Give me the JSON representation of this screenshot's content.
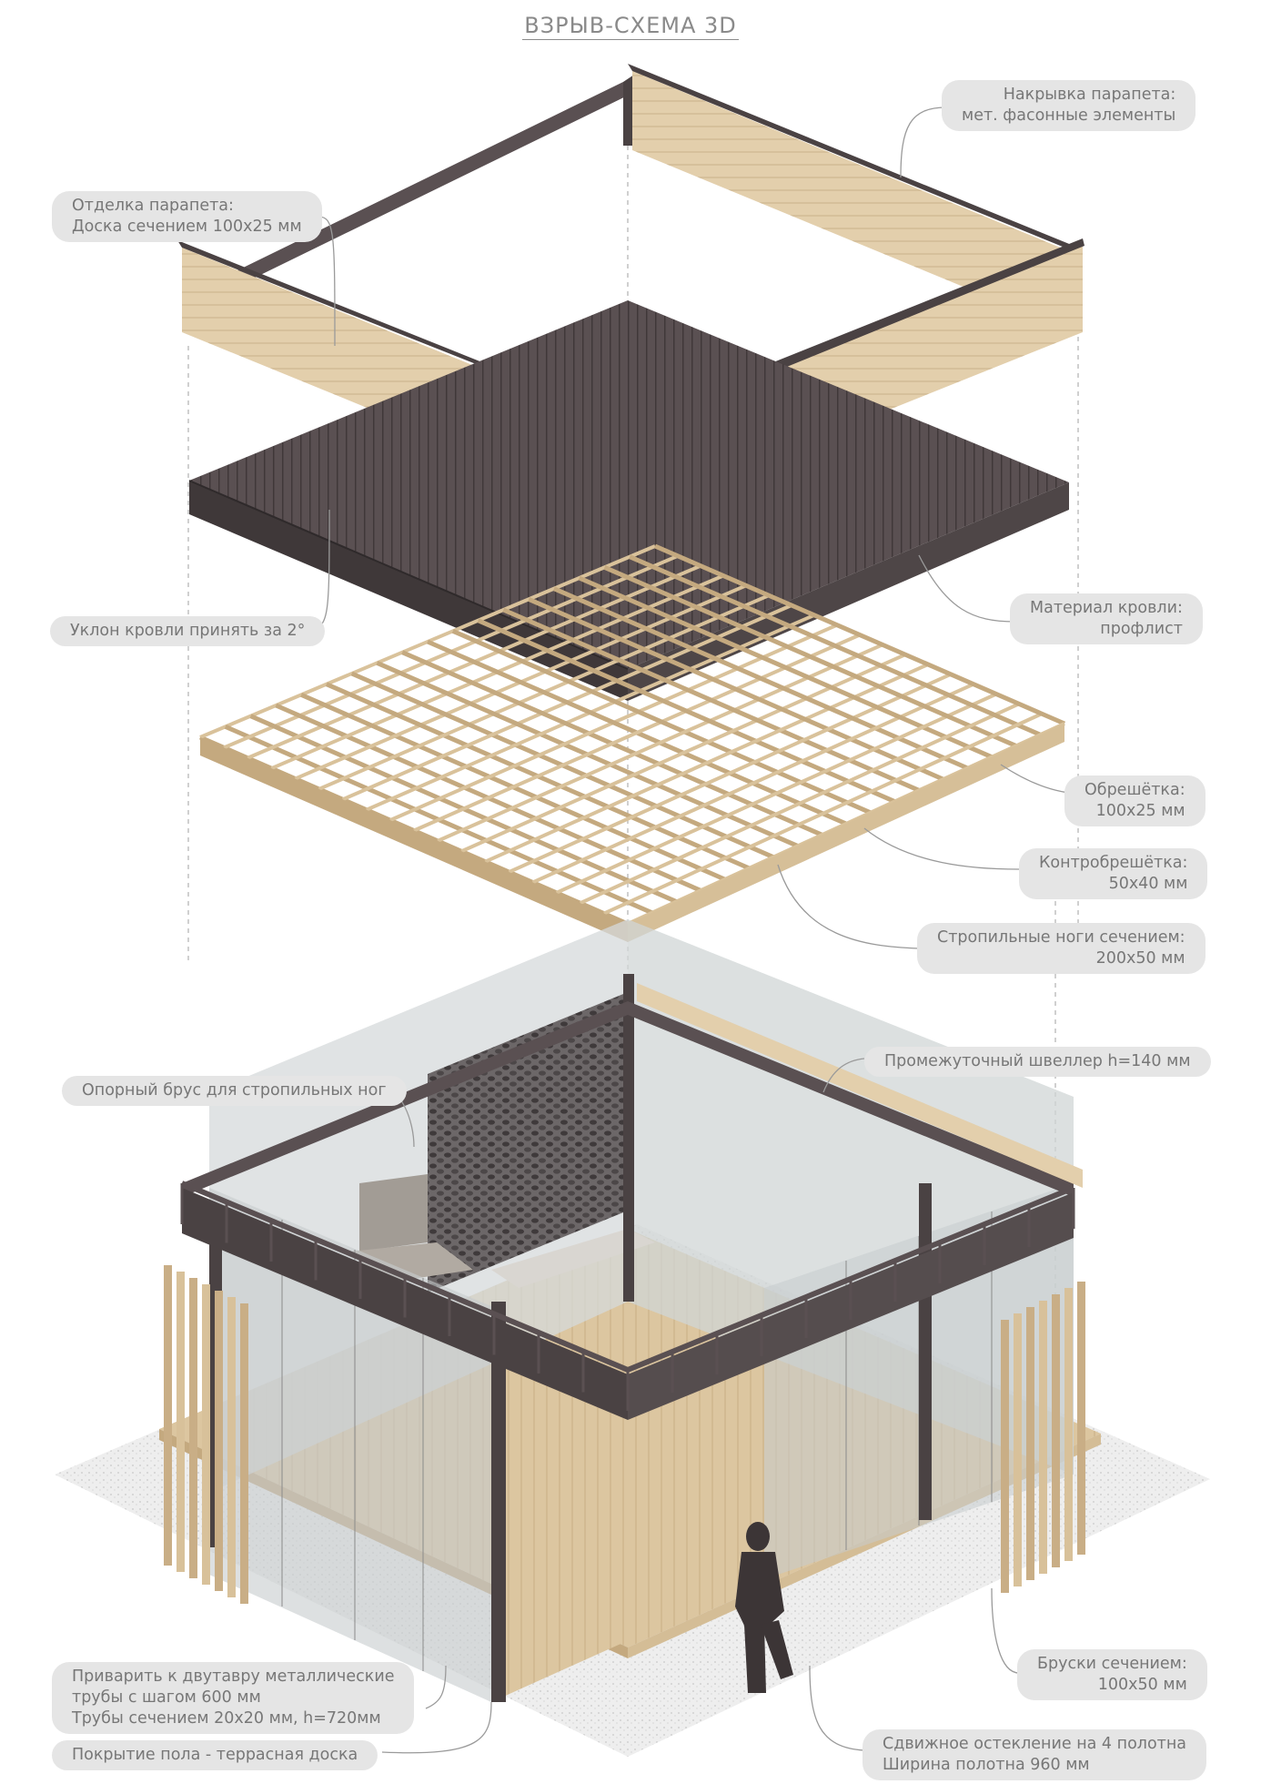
{
  "title": "ВЗРЫВ-СХЕМА 3D",
  "labels": {
    "parapet_cap": [
      "Накрывка парапета:",
      "мет. фасонные элементы"
    ],
    "parapet_finish": [
      "Отделка парапета:",
      "Доска сечением 100х25 мм"
    ],
    "roof_slope": [
      "Уклон кровли принять за 2°"
    ],
    "roof_material": [
      "Материал кровли:",
      "профлист"
    ],
    "battens": [
      "Обрешётка:",
      "100х25 мм"
    ],
    "counter_battens": [
      "Контробрешётка:",
      "50х40 мм"
    ],
    "rafters": [
      "Стропильные ноги сечением:",
      "200х50 мм"
    ],
    "channel": [
      "Промежуточный швеллер h=140 мм"
    ],
    "support_beam": [
      "Опорный брус для стропильных ног"
    ],
    "railing": [
      "Приварить к двутавру металлические",
      "трубы с шагом 600 мм",
      "Трубы сечением 20х20 мм, h=720мм"
    ],
    "floor": [
      "Покрытие пола - террасная доска"
    ],
    "slats": [
      "Бруски сечением:",
      "100х50 мм"
    ],
    "glazing": [
      "Сдвижное остекление на 4 полотна",
      "Ширина полотна 960 мм"
    ]
  },
  "colors": {
    "wood": "#e3cfac",
    "wood_dark": "#c4a97f",
    "metal": "#5a5052",
    "metal_dark": "#3f3839",
    "label_bg": "#e5e5e5",
    "label_text": "#777777",
    "gravel": "#ececec",
    "glass": "#cdd2d3"
  }
}
